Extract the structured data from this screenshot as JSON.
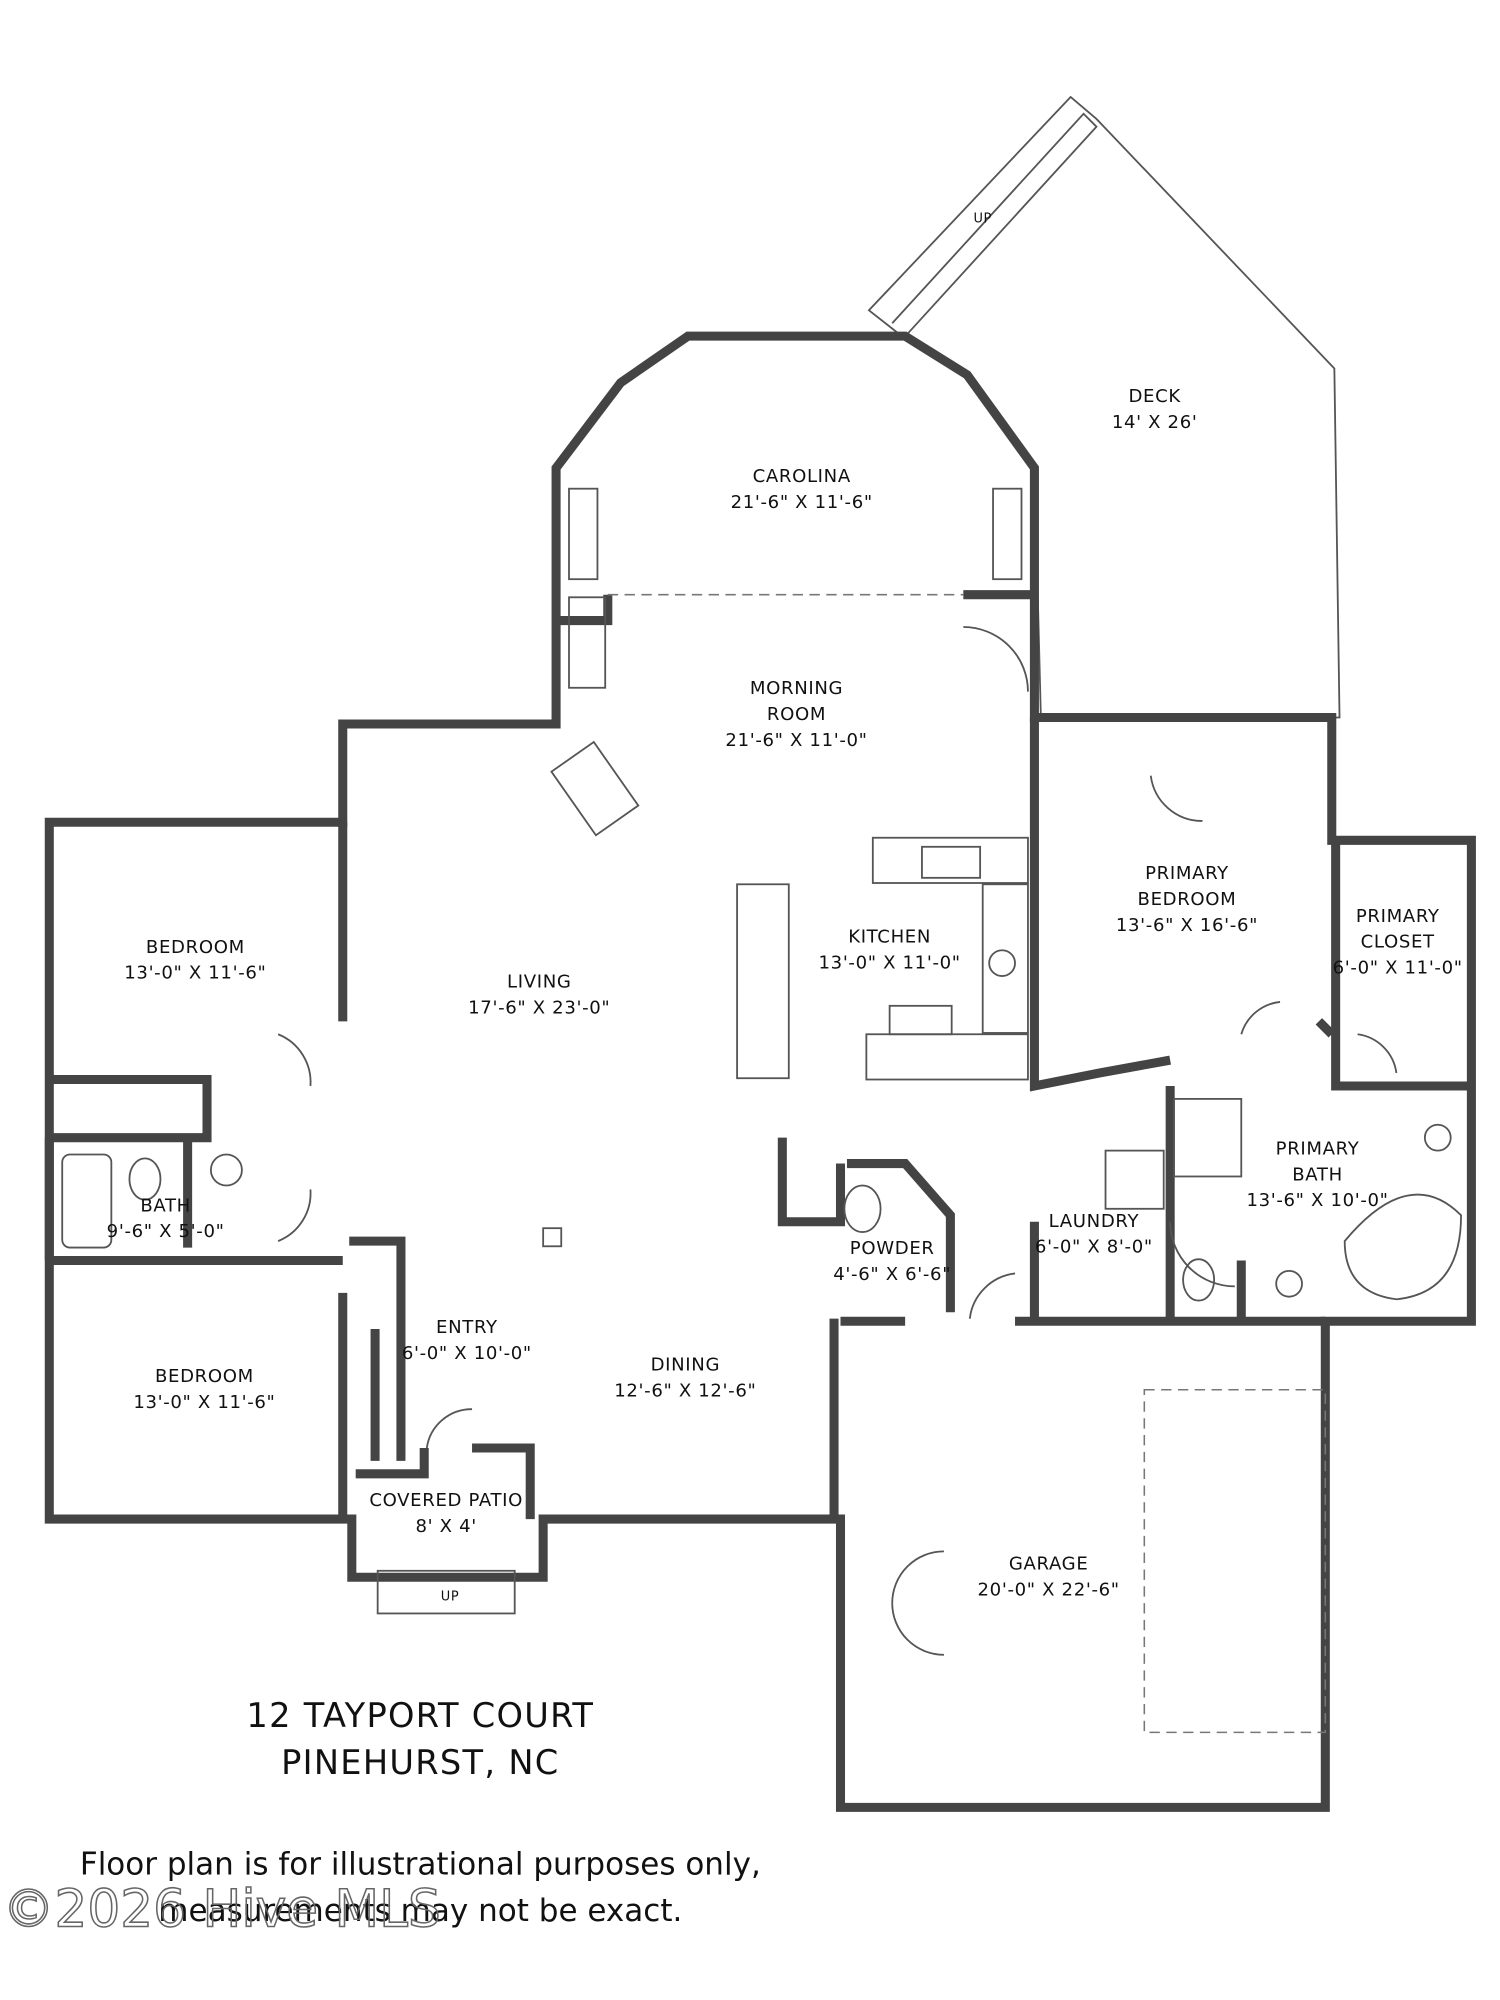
{
  "rooms": {
    "deck_up": "UP",
    "deck": {
      "name": "DECK",
      "size": "14' X 26'"
    },
    "carolina": {
      "name": "CAROLINA",
      "size": "21'-6\" X 11'-6\""
    },
    "morning": {
      "name1": "MORNING",
      "name2": "ROOM",
      "size": "21'-6\" X 11'-0\""
    },
    "primary_bedroom": {
      "name1": "PRIMARY",
      "name2": "BEDROOM",
      "size": "13'-6\" X 16'-6\""
    },
    "primary_closet": {
      "name1": "PRIMARY",
      "name2": "CLOSET",
      "size": "6'-0\" X 11'-0\""
    },
    "bedroom1": {
      "name": "BEDROOM",
      "size": "13'-0\" X 11'-6\""
    },
    "living": {
      "name": "LIVING",
      "size": "17'-6\" X 23'-0\""
    },
    "kitchen": {
      "name": "KITCHEN",
      "size": "13'-0\" X 11'-0\""
    },
    "primary_bath": {
      "name1": "PRIMARY",
      "name2": "BATH",
      "size": "13'-6\" X 10'-0\""
    },
    "bath": {
      "name": "BATH",
      "size": "9'-6\" X 5'-0\""
    },
    "laundry": {
      "name": "LAUNDRY",
      "size": "6'-0\" X 8'-0\""
    },
    "powder": {
      "name": "POWDER",
      "size": "4'-6\" X 6'-6\""
    },
    "entry": {
      "name": "ENTRY",
      "size": "6'-0\" X 10'-0\""
    },
    "dining": {
      "name": "DINING",
      "size": "12'-6\" X 12'-6\""
    },
    "bedroom2": {
      "name": "BEDROOM",
      "size": "13'-0\" X 11'-6\""
    },
    "patio": {
      "name": "COVERED PATIO",
      "size": "8' X 4'"
    },
    "patio_up": "UP",
    "garage": {
      "name": "GARAGE",
      "size": "20'-0\" X 22'-6\""
    }
  },
  "address": {
    "line1": "12 TAYPORT COURT",
    "line2": "PINEHURST, NC"
  },
  "disclaimer": {
    "line1": "Floor plan is for illustrational purposes only,",
    "line2": "measurements may not be exact."
  },
  "watermark": "©2026 Hive MLS"
}
